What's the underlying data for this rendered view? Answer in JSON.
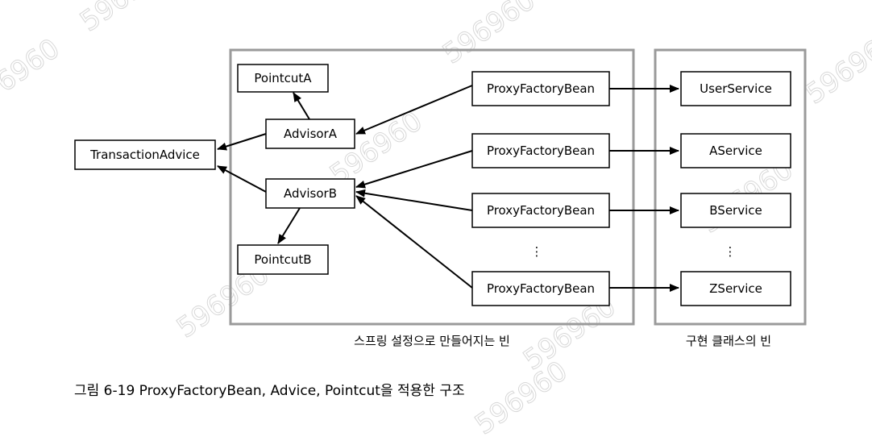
{
  "nodes": {
    "transaction_advice": "TransactionAdvice",
    "pointcut_a": "PointcutA",
    "advisor_a": "AdvisorA",
    "advisor_b": "AdvisorB",
    "pointcut_b": "PointcutB",
    "proxy_factory_bean_1": "ProxyFactoryBean",
    "proxy_factory_bean_2": "ProxyFactoryBean",
    "proxy_factory_bean_3": "ProxyFactoryBean",
    "proxy_factory_bean_4": "ProxyFactoryBean",
    "user_service": "UserService",
    "a_service": "AService",
    "b_service": "BService",
    "z_service": "ZService",
    "ellipsis_proxy": "⋮",
    "ellipsis_service": "⋮"
  },
  "groups": {
    "spring_config_label": "스프링 설정으로 만들어지는 빈",
    "class_bean_label": "구현 클래스의 빈"
  },
  "caption": "그림 6-19 ProxyFactoryBean, Advice, Pointcut을 적용한 구조",
  "watermark": "596960",
  "colors": {
    "group_border": "#9a9a9a",
    "box_border": "#000000",
    "watermark": "#d8d8d8"
  }
}
